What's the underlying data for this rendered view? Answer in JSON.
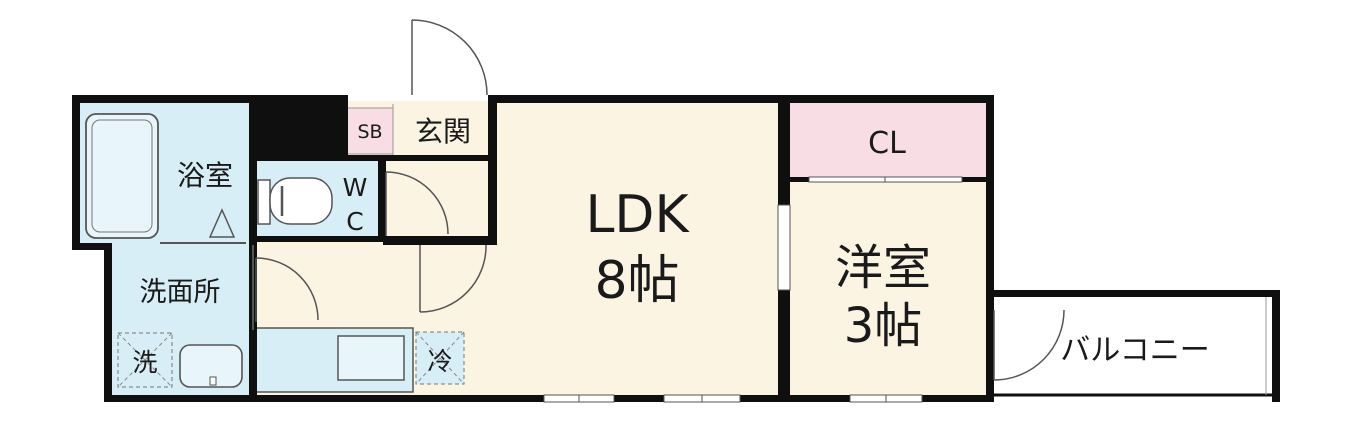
{
  "rooms": {
    "bath": "浴室",
    "washroom": "洗面所",
    "washer": "洗",
    "toilet_w": "W",
    "toilet_c": "C",
    "shoe_box": "SB",
    "entrance": "玄関",
    "ldk": "LDK",
    "ldk_size": "8帖",
    "fridge": "冷",
    "closet": "CL",
    "western": "洋室",
    "western_size": "3帖",
    "balcony": "バルコニー"
  },
  "colors": {
    "wall": "#0f0f0f",
    "floor_ldk": "#fbf4e3",
    "floor_wet": "#d8eef6",
    "closet": "#f8dde4",
    "shoe_box": "#f8dde4",
    "line": "#555555"
  }
}
